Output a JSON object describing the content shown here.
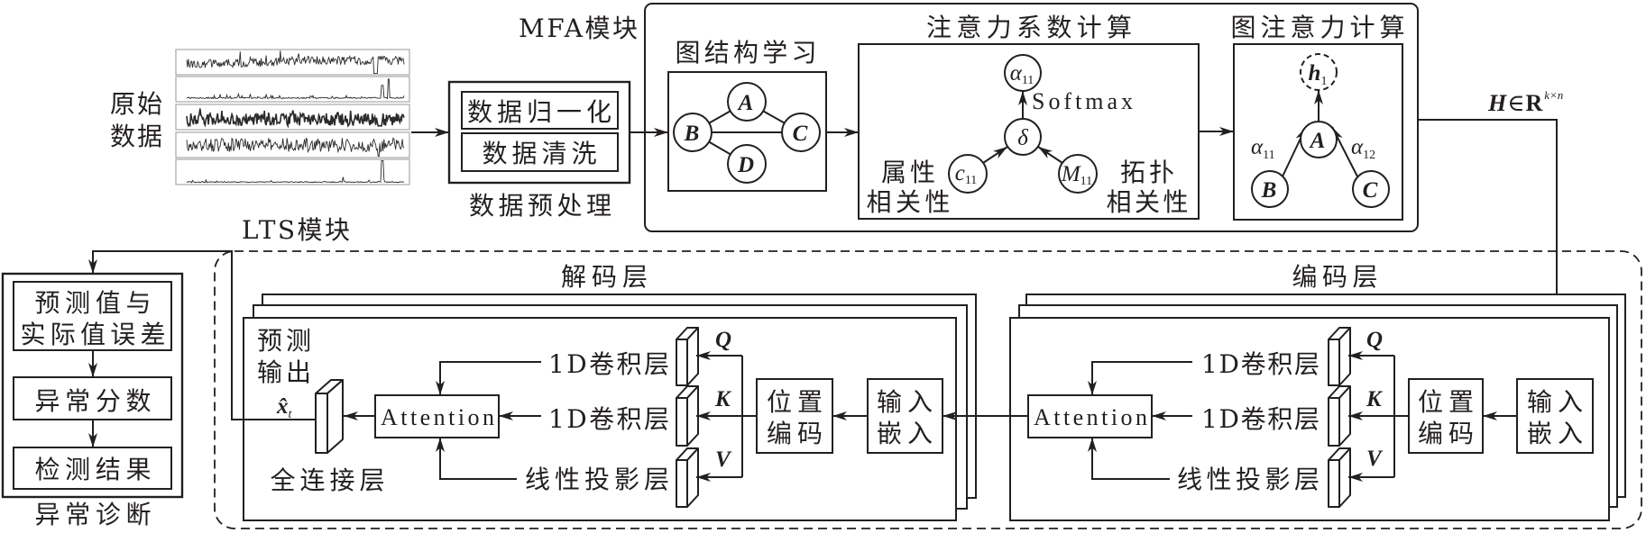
{
  "figure": {
    "background": "#ffffff",
    "ink": "#231f20"
  },
  "raw_data": {
    "label": [
      "原始",
      "数据"
    ],
    "series": [
      {
        "pattern": "noisy-trend"
      },
      {
        "pattern": "sparse-spikes"
      },
      {
        "pattern": "dense-band"
      },
      {
        "pattern": "dense-noise"
      },
      {
        "pattern": "rare-spike"
      }
    ]
  },
  "preprocessing": {
    "title": "数据预处理",
    "steps": [
      "数据归一化",
      "数据清洗"
    ]
  },
  "mfa": {
    "title": "MFA模块",
    "graph_structure": {
      "title": "图结构学习",
      "nodes": {
        "a": "A",
        "b": "B",
        "c": "C",
        "d": "D"
      }
    },
    "attention_coefficient": {
      "title": "注意力系数计算",
      "alpha": {
        "symbol": "α",
        "sub": "11"
      },
      "softmax": "Softmax",
      "delta": "δ",
      "attr_node": {
        "symbol": "c",
        "sub": "11"
      },
      "topo_node": {
        "symbol": "M",
        "sub": "11"
      },
      "attr_label": [
        "属性",
        "相关性"
      ],
      "topo_label": [
        "拓扑",
        "相关性"
      ]
    },
    "graph_attention": {
      "title": "图注意力计算",
      "output": {
        "symbol": "h",
        "sub": "1"
      },
      "center": "A",
      "left": "B",
      "right": "C",
      "left_weight": {
        "symbol": "α",
        "sub": "11"
      },
      "right_weight": {
        "symbol": "α",
        "sub": "12"
      }
    },
    "output": {
      "symbol": "H",
      "relation": "∈",
      "space": "R",
      "dims": "k×n"
    }
  },
  "lts": {
    "title": "LTS模块",
    "decoder": {
      "title": "解码层",
      "prediction": [
        "预测",
        "输出"
      ],
      "prediction_symbol": {
        "symbol": "x̂",
        "sub": "t"
      },
      "fc": "全连接层",
      "attention": "Attention",
      "conv_q": "1D卷积层",
      "conv_k": "1D卷积层",
      "linear_v": "线性投影层",
      "q": "Q",
      "k": "K",
      "v": "V",
      "position_encoding": [
        "位置",
        "编码"
      ],
      "input_embedding": [
        "输入",
        "嵌入"
      ]
    },
    "encoder": {
      "title": "编码层",
      "attention": "Attention",
      "conv_q": "1D卷积层",
      "conv_k": "1D卷积层",
      "linear_v": "线性投影层",
      "q": "Q",
      "k": "K",
      "v": "V",
      "position_encoding": [
        "位置",
        "编码"
      ],
      "input_embedding": [
        "输入",
        "嵌入"
      ]
    }
  },
  "diagnosis": {
    "title": "异常诊断",
    "steps": [
      [
        "预测值与",
        "实际值误差"
      ],
      [
        "异常分数"
      ],
      [
        "检测结果"
      ]
    ]
  }
}
